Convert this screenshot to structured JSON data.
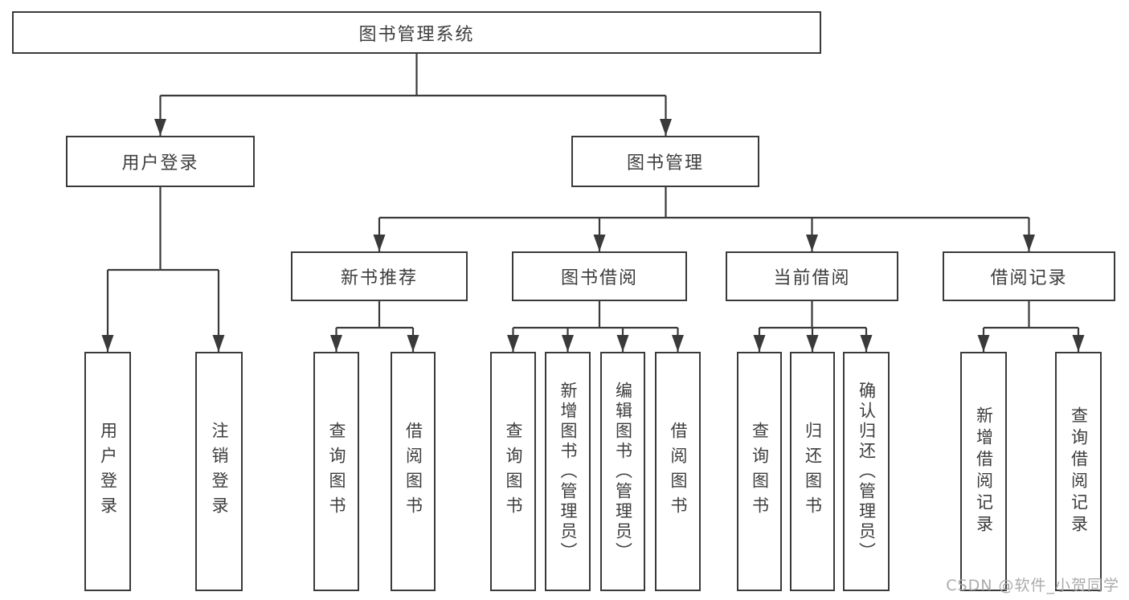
{
  "diagram_type": "hierarchy-tree",
  "colors": {
    "background": "#ffffff",
    "line": "#3a3a3a",
    "box_border": "#3a3a3a",
    "text": "#3d3d3d",
    "watermark": "#a7a7a7"
  },
  "nodes": {
    "root": {
      "label": "图书管理系统"
    },
    "user_login": {
      "label": "用户登录"
    },
    "book_management": {
      "label": "图书管理"
    },
    "new_book_recommend": {
      "label": "新书推荐"
    },
    "book_borrowing": {
      "label": "图书借阅"
    },
    "current_borrowing": {
      "label": "当前借阅"
    },
    "borrowing_records": {
      "label": "借阅记录"
    },
    "leaf_user_login": {
      "label": "用户登录"
    },
    "leaf_logout": {
      "label": "注销登录"
    },
    "leaf_query_books_recommend": {
      "label": "查询图书"
    },
    "leaf_borrow_books_recommend": {
      "label": "借阅图书"
    },
    "leaf_query_books_borrowing": {
      "label": "查询图书"
    },
    "leaf_add_books_admin": {
      "label": "新增图书（管理员）"
    },
    "leaf_edit_books_admin": {
      "label": "编辑图书（管理员）"
    },
    "leaf_borrow_books_borrowing": {
      "label": "借阅图书"
    },
    "leaf_query_books_current": {
      "label": "查询图书"
    },
    "leaf_return_books": {
      "label": "归还图书"
    },
    "leaf_confirm_return_admin": {
      "label": "确认归还（管理员）"
    },
    "leaf_add_borrow_record": {
      "label": "新增借阅记录"
    },
    "leaf_query_borrow_record": {
      "label": "查询借阅记录"
    }
  },
  "hierarchy": {
    "root": "图书管理系统",
    "children": [
      {
        "label": "用户登录",
        "children": [
          "用户登录",
          "注销登录"
        ]
      },
      {
        "label": "图书管理",
        "children": [
          {
            "label": "新书推荐",
            "children": [
              "查询图书",
              "借阅图书"
            ]
          },
          {
            "label": "图书借阅",
            "children": [
              "查询图书",
              "新增图书（管理员）",
              "编辑图书（管理员）",
              "借阅图书"
            ]
          },
          {
            "label": "当前借阅",
            "children": [
              "查询图书",
              "归还图书",
              "确认归还（管理员）"
            ]
          },
          {
            "label": "借阅记录",
            "children": [
              "新增借阅记录",
              "查询借阅记录"
            ]
          }
        ]
      }
    ]
  },
  "watermark": {
    "text": "CSDN @软件_小贺同学"
  }
}
